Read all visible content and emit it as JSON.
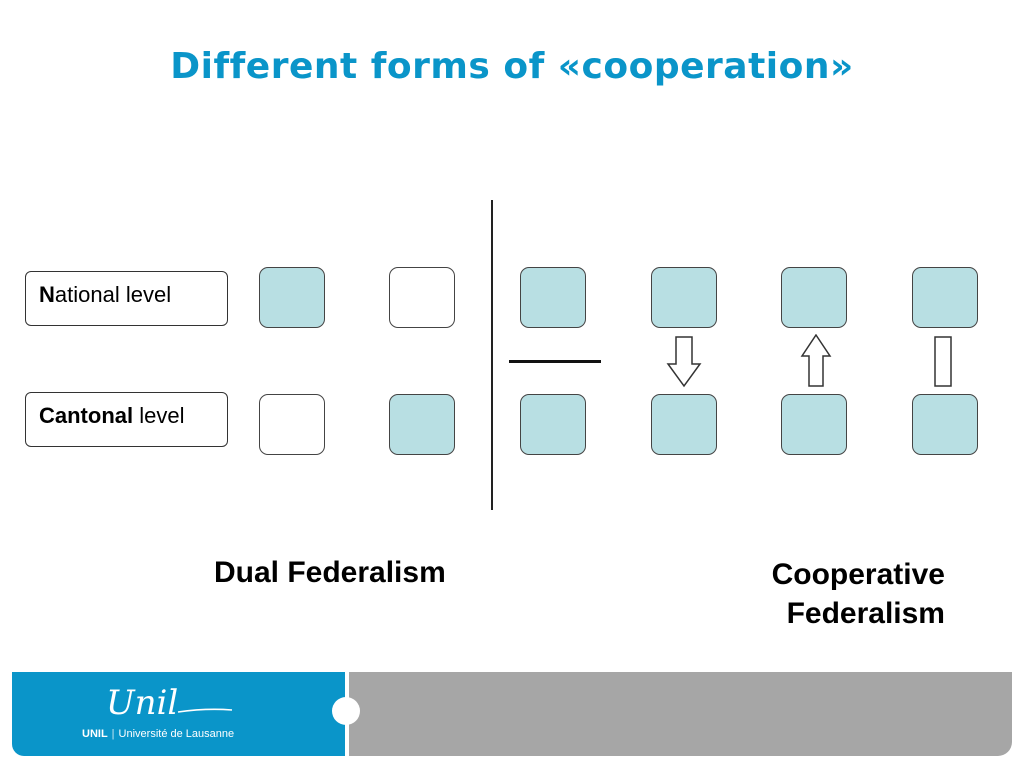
{
  "title": "Different forms of «cooperation»",
  "levels": {
    "national": {
      "initial": "N",
      "rest": "ational level"
    },
    "cantonal": {
      "bold": "Cantonal",
      "rest": " level"
    }
  },
  "captions": {
    "dual": "Dual Federalism",
    "cooperative_line1": "Cooperative",
    "cooperative_line2": "Federalism"
  },
  "footer": {
    "logo_script": "Unil",
    "logo_abbr": "UNIL",
    "logo_name": "Université de Lausanne"
  },
  "colors": {
    "title": "#0a95c9",
    "box_fill": "#b8dfe3",
    "footer_blue": "#0a95c9",
    "footer_gray": "#a6a6a6"
  },
  "diagram": {
    "columns": [
      {
        "group": "dual",
        "national": "filled",
        "cantonal": "empty",
        "connector": "none"
      },
      {
        "group": "dual",
        "national": "empty",
        "cantonal": "filled",
        "connector": "none"
      },
      {
        "group": "cooperative",
        "national": "filled",
        "cantonal": "filled",
        "connector": "separator-line"
      },
      {
        "group": "cooperative",
        "national": "filled",
        "cantonal": "filled",
        "connector": "arrow-down"
      },
      {
        "group": "cooperative",
        "national": "filled",
        "cantonal": "filled",
        "connector": "arrow-up"
      },
      {
        "group": "cooperative",
        "national": "filled",
        "cantonal": "filled",
        "connector": "bar"
      }
    ]
  }
}
